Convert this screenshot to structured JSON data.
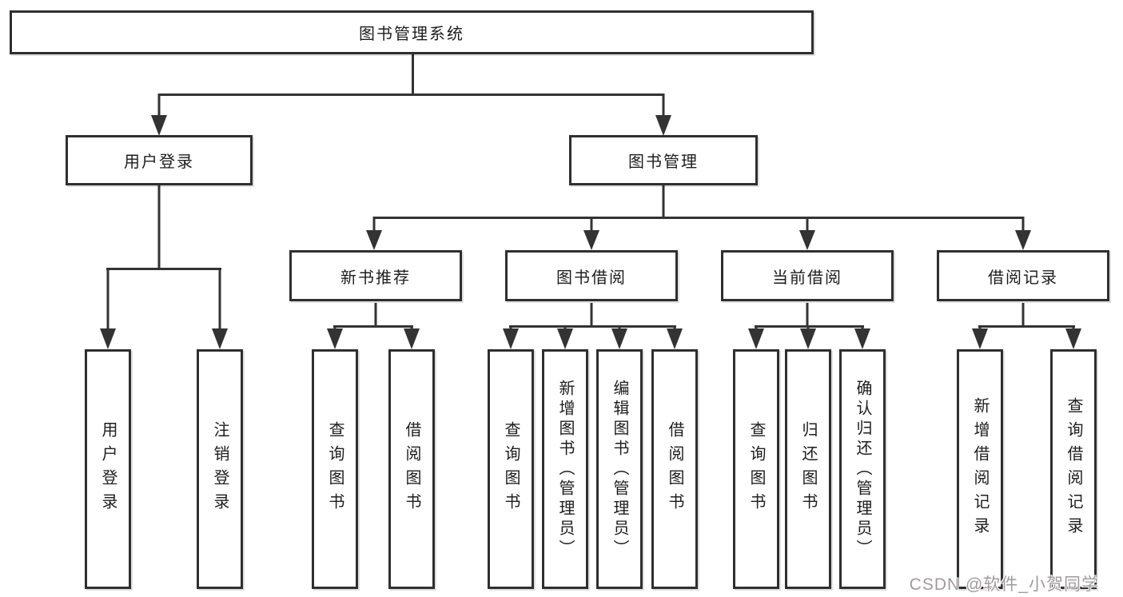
{
  "tree": {
    "label": "图书管理系统",
    "children": [
      {
        "label": "用户登录",
        "children": [
          {
            "label": "用户登录"
          },
          {
            "label": "注销登录"
          }
        ]
      },
      {
        "label": "图书管理",
        "children": [
          {
            "label": "新书推荐",
            "children": [
              {
                "label": "查询图书"
              },
              {
                "label": "借阅图书"
              }
            ]
          },
          {
            "label": "图书借阅",
            "children": [
              {
                "label": "查询图书"
              },
              {
                "label": "新增图书（管理员）"
              },
              {
                "label": "编辑图书（管理员）"
              },
              {
                "label": "借阅图书"
              }
            ]
          },
          {
            "label": "当前借阅",
            "children": [
              {
                "label": "查询图书"
              },
              {
                "label": "归还图书"
              },
              {
                "label": "确认归还（管理员）"
              }
            ]
          },
          {
            "label": "借阅记录",
            "children": [
              {
                "label": "新增借阅记录"
              },
              {
                "label": "查询借阅记录"
              }
            ]
          }
        ]
      }
    ]
  },
  "watermark": {
    "text": "CSDN @软件_小贺同学"
  },
  "colors": {
    "line": "#333333",
    "box_border": "#2f2f2f",
    "text": "#1d1d1d",
    "background": "#ffffff",
    "watermark_text": "#a29a9c"
  }
}
